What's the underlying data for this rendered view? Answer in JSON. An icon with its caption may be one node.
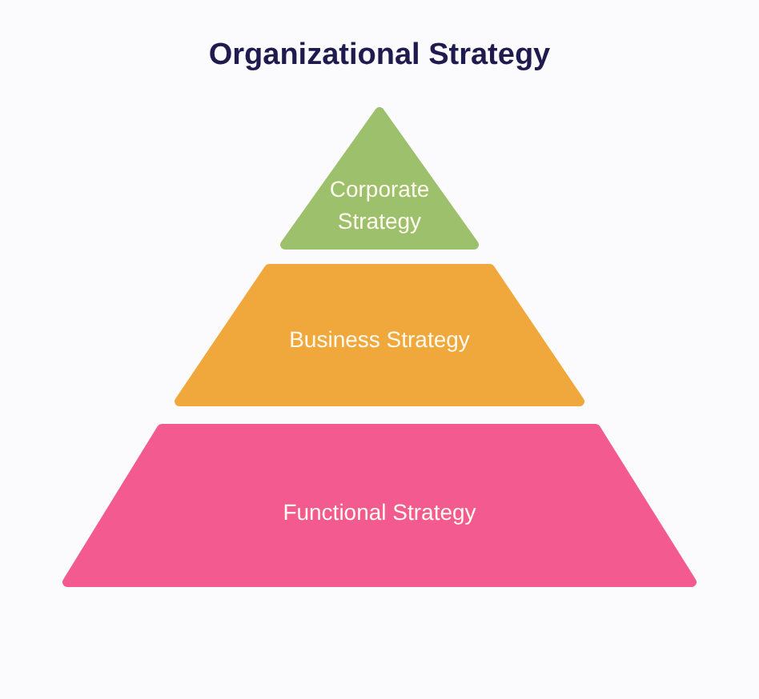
{
  "diagram": {
    "title": "Organizational Strategy",
    "nodes": [
      {
        "text": [
          "Corporate Strategy"
        ]
      },
      {
        "text": [
          "Business Strategy"
        ]
      },
      {
        "text": [
          "Functional Strategy"
        ]
      }
    ]
  }
}
